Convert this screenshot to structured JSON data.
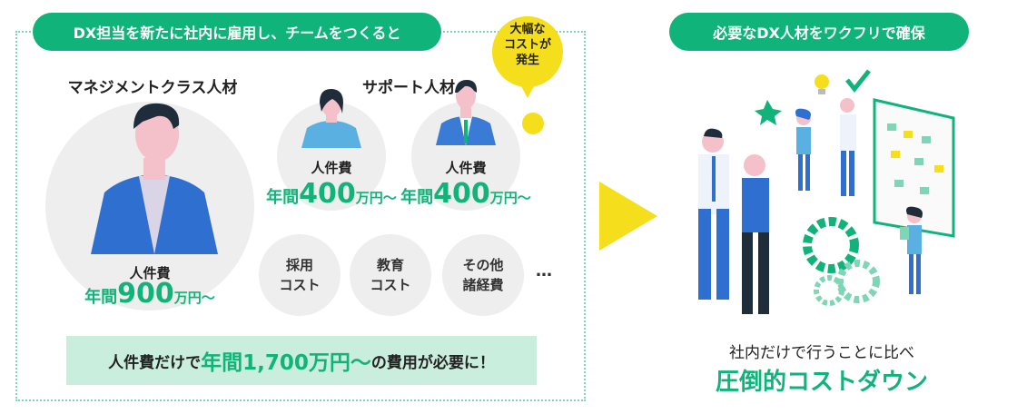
{
  "left_header": "DX担当を新たに社内に雇用し、チームをつくると",
  "right_header": "必要なDX人材をワクフリで確保",
  "bubble": {
    "lines": [
      "大幅な",
      "コストが",
      "発生"
    ]
  },
  "manager": {
    "title": "マネジメントクラス人材",
    "cost_label": "人件費",
    "cost_prefix": "年間",
    "cost_value": "900",
    "cost_suffix": "万円〜"
  },
  "support": {
    "title": "サポート人材",
    "staff": [
      {
        "cost_label": "人件費",
        "cost_prefix": "年間",
        "cost_value": "400",
        "cost_suffix": "万円〜"
      },
      {
        "cost_label": "人件費",
        "cost_prefix": "年間",
        "cost_value": "400",
        "cost_suffix": "万円〜"
      }
    ]
  },
  "other_costs": [
    {
      "line1": "採用",
      "line2": "コスト"
    },
    {
      "line1": "教育",
      "line2": "コスト"
    },
    {
      "line1": "その他",
      "line2": "諸経費"
    }
  ],
  "ellipsis": "…",
  "summary": {
    "prefix": "人件費だけで",
    "highlight": "年間1,700万円〜",
    "suffix": "の費用が必要に！"
  },
  "right_caption": {
    "line1": "社内だけで行うことに比べ",
    "line2": "圧倒的コストダウン"
  },
  "colors": {
    "green": "#10b37a",
    "yellow": "#f5de1b",
    "blue": "#2f6fd0",
    "light_green": "#c9eedd"
  }
}
